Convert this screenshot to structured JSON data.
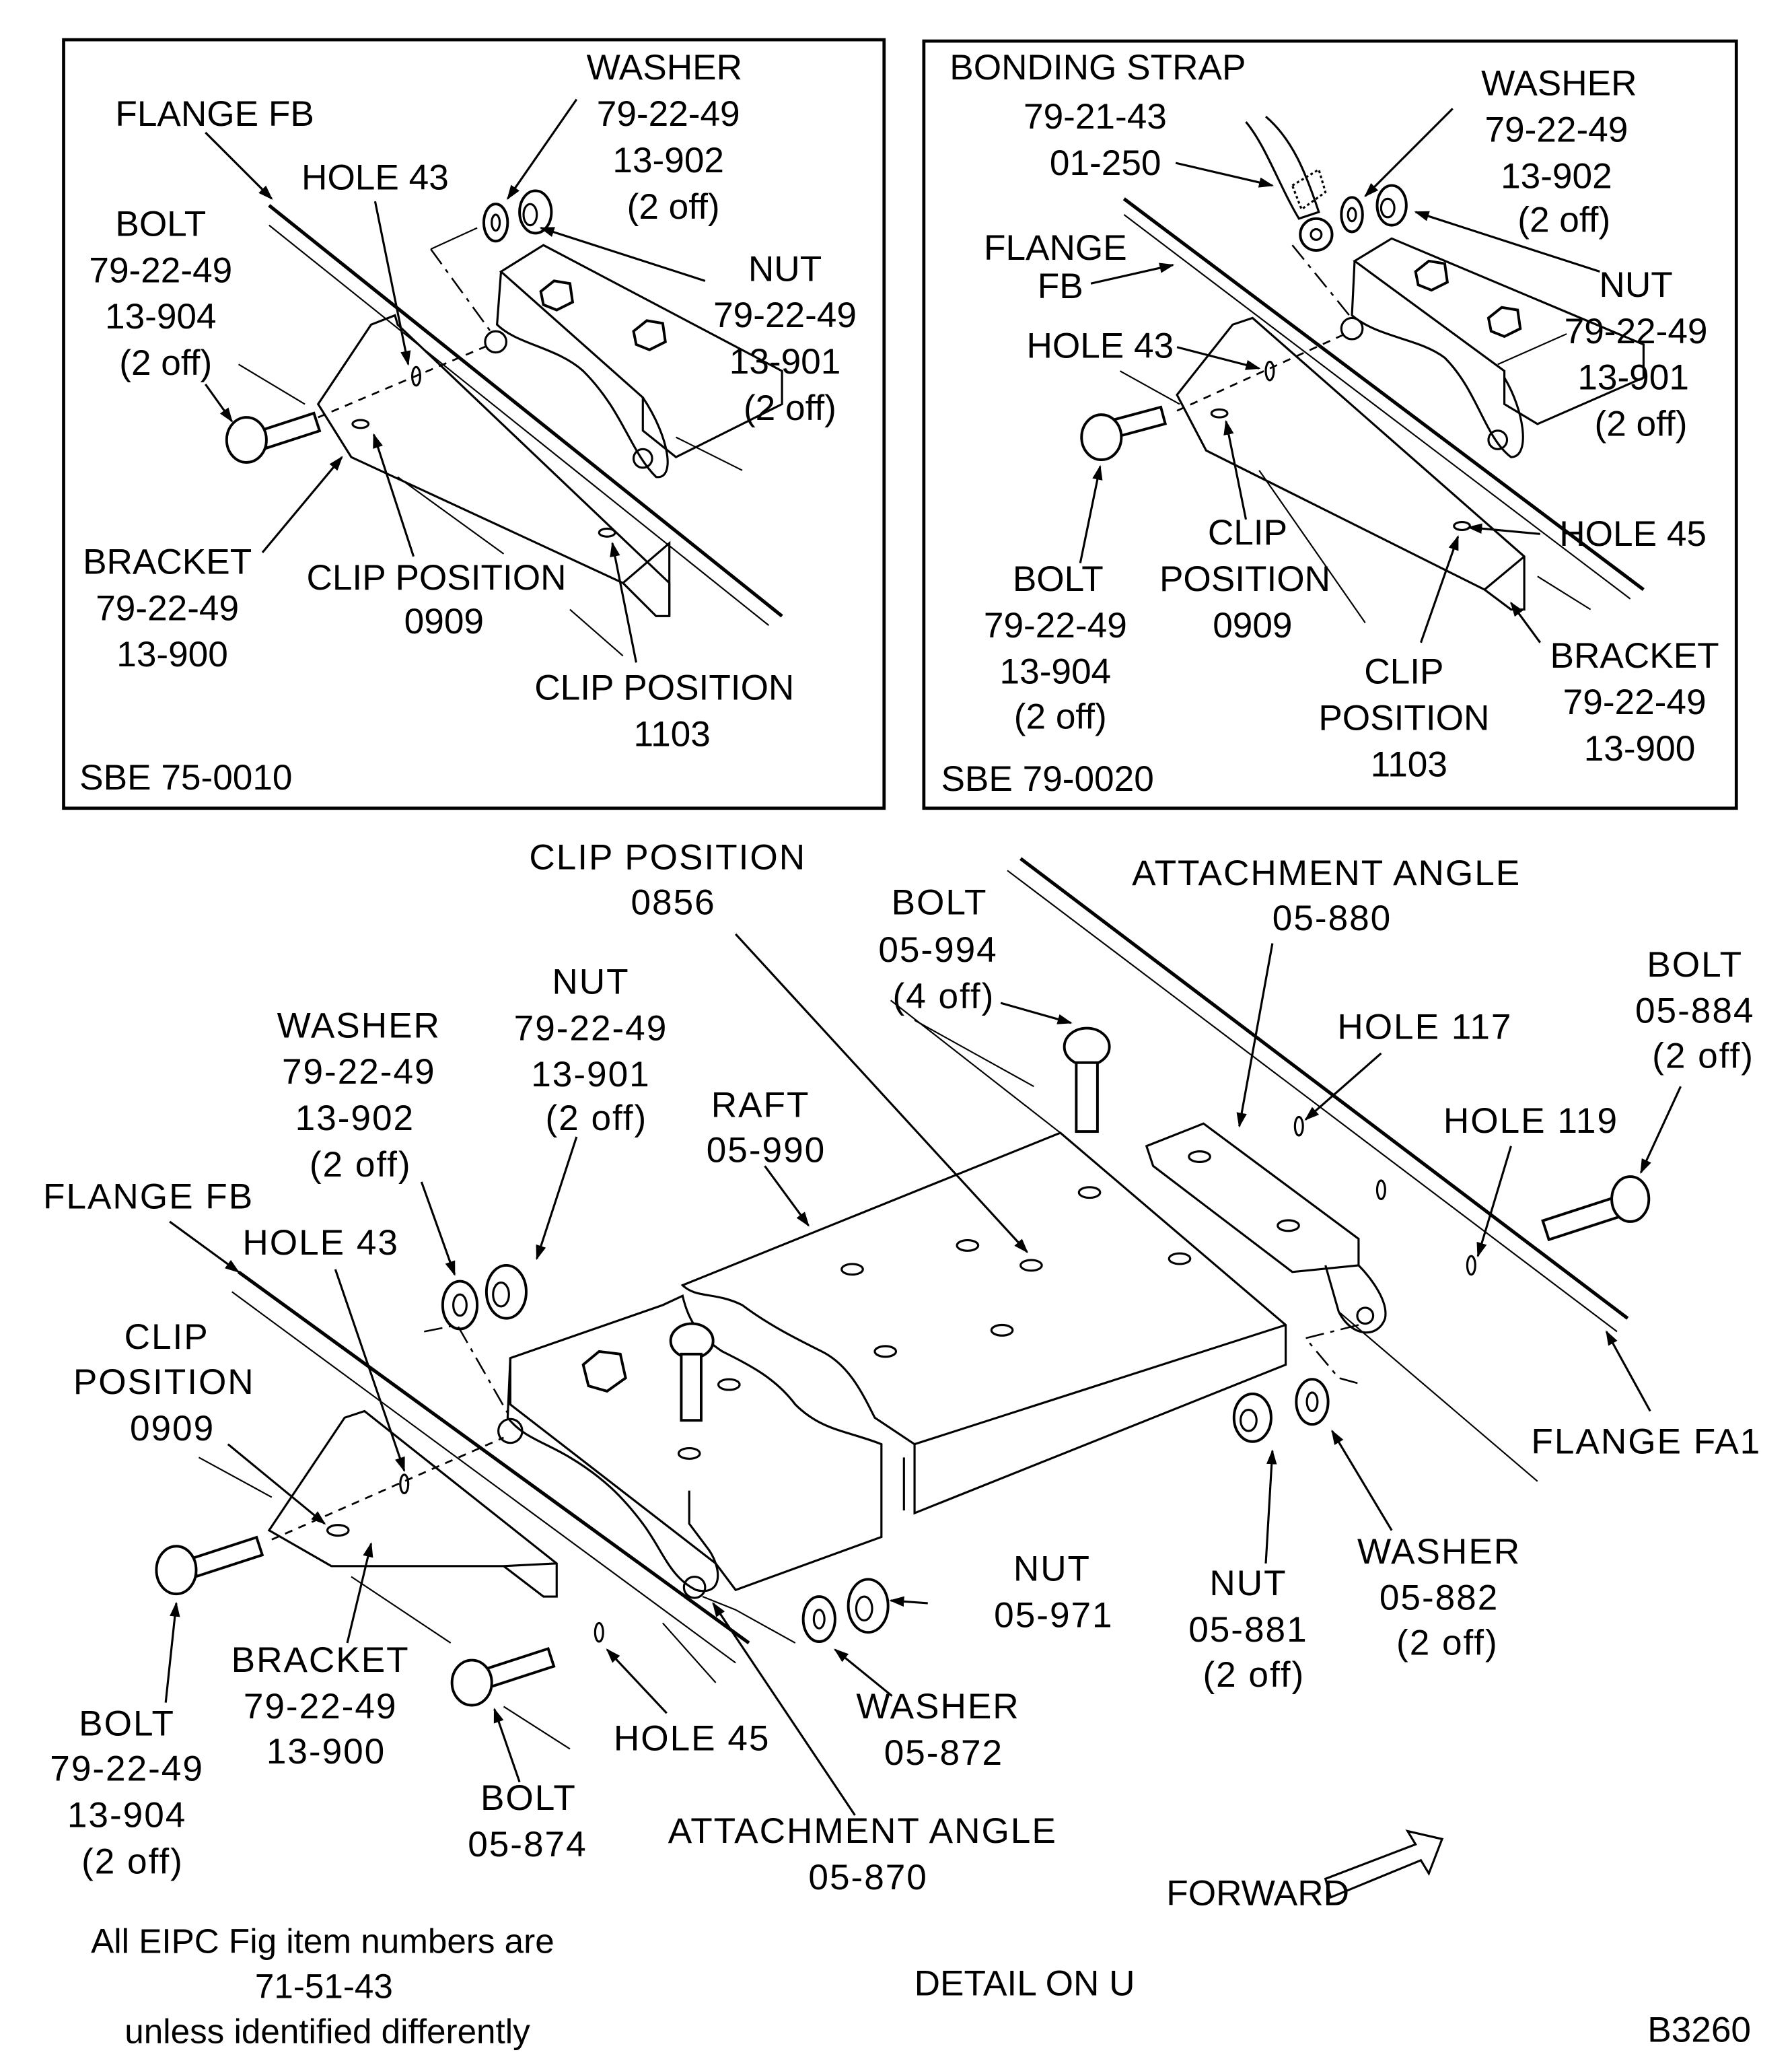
{
  "figure": {
    "id": "B3260",
    "title": "DETAIL ON U",
    "direction_label": "FORWARD",
    "note": [
      "All EIPC Fig item numbers are",
      "71-51-43",
      "unless identified differently"
    ]
  },
  "inset_left": {
    "sbe": "SBE 75-0010",
    "labels": {
      "flange": [
        "FLANGE FB"
      ],
      "hole43": [
        "HOLE 43"
      ],
      "washer": [
        "WASHER",
        "79-22-49",
        "13-902",
        "(2 off)"
      ],
      "nut": [
        "NUT",
        "79-22-49",
        "13-901",
        "(2 off)"
      ],
      "bolt": [
        "BOLT",
        "79-22-49",
        "13-904",
        "(2 off)"
      ],
      "bracket": [
        "BRACKET",
        "79-22-49",
        "13-900"
      ],
      "clip0909": [
        "CLIP POSITION",
        "0909"
      ],
      "clip1103": [
        "CLIP POSITION",
        "1103"
      ]
    }
  },
  "inset_right": {
    "sbe": "SBE 79-0020",
    "labels": {
      "strap": [
        "BONDING STRAP",
        "79-21-43",
        "01-250"
      ],
      "washer": [
        "WASHER",
        "79-22-49",
        "13-902",
        "(2 off)"
      ],
      "flange": [
        "FLANGE",
        "FB"
      ],
      "nut": [
        "NUT",
        "79-22-49",
        "13-901",
        "(2 off)"
      ],
      "hole43": [
        "HOLE 43"
      ],
      "hole45": [
        "HOLE 45"
      ],
      "bolt": [
        "BOLT",
        "79-22-49",
        "13-904",
        "(2 off)"
      ],
      "clip0909": [
        "CLIP",
        "POSITION",
        "0909"
      ],
      "clip1103": [
        "CLIP",
        "POSITION",
        "1103"
      ],
      "bracket": [
        "BRACKET",
        "79-22-49",
        "13-900"
      ]
    }
  },
  "main": {
    "labels": {
      "clip0856": [
        "CLIP POSITION",
        "0856"
      ],
      "bolt994": [
        "BOLT",
        "05-994",
        "(4 off)"
      ],
      "angle880": [
        "ATTACHMENT  ANGLE",
        "05-880"
      ],
      "bolt884": [
        "BOLT",
        "05-884",
        "(2 off)"
      ],
      "hole117": [
        "HOLE 117"
      ],
      "hole119": [
        "HOLE 119"
      ],
      "washer_l": [
        "WASHER",
        "79-22-49",
        "13-902",
        "(2 off)"
      ],
      "nut_l": [
        "NUT",
        "79-22-49",
        "13-901",
        "(2 off)"
      ],
      "raft": [
        "RAFT",
        "05-990"
      ],
      "flange_fb": [
        "FLANGE FB"
      ],
      "hole43": [
        "HOLE 43"
      ],
      "clip0909": [
        "CLIP",
        "POSITION",
        "0909"
      ],
      "flange_fa1": [
        "FLANGE FA1"
      ],
      "nut971": [
        "NUT",
        "05-971"
      ],
      "nut881": [
        "NUT",
        "05-881",
        "(2 off)"
      ],
      "washer882": [
        "WASHER",
        "05-882",
        "(2 off)"
      ],
      "bracket": [
        "BRACKET",
        "79-22-49",
        "13-900"
      ],
      "bolt_l": [
        "BOLT",
        "79-22-49",
        "13-904",
        "(2 off)"
      ],
      "washer872": [
        "WASHER",
        "05-872"
      ],
      "hole45": [
        "HOLE 45"
      ],
      "bolt874": [
        "BOLT",
        "05-874"
      ],
      "angle870": [
        "ATTACHMENT  ANGLE",
        "05-870"
      ]
    }
  }
}
